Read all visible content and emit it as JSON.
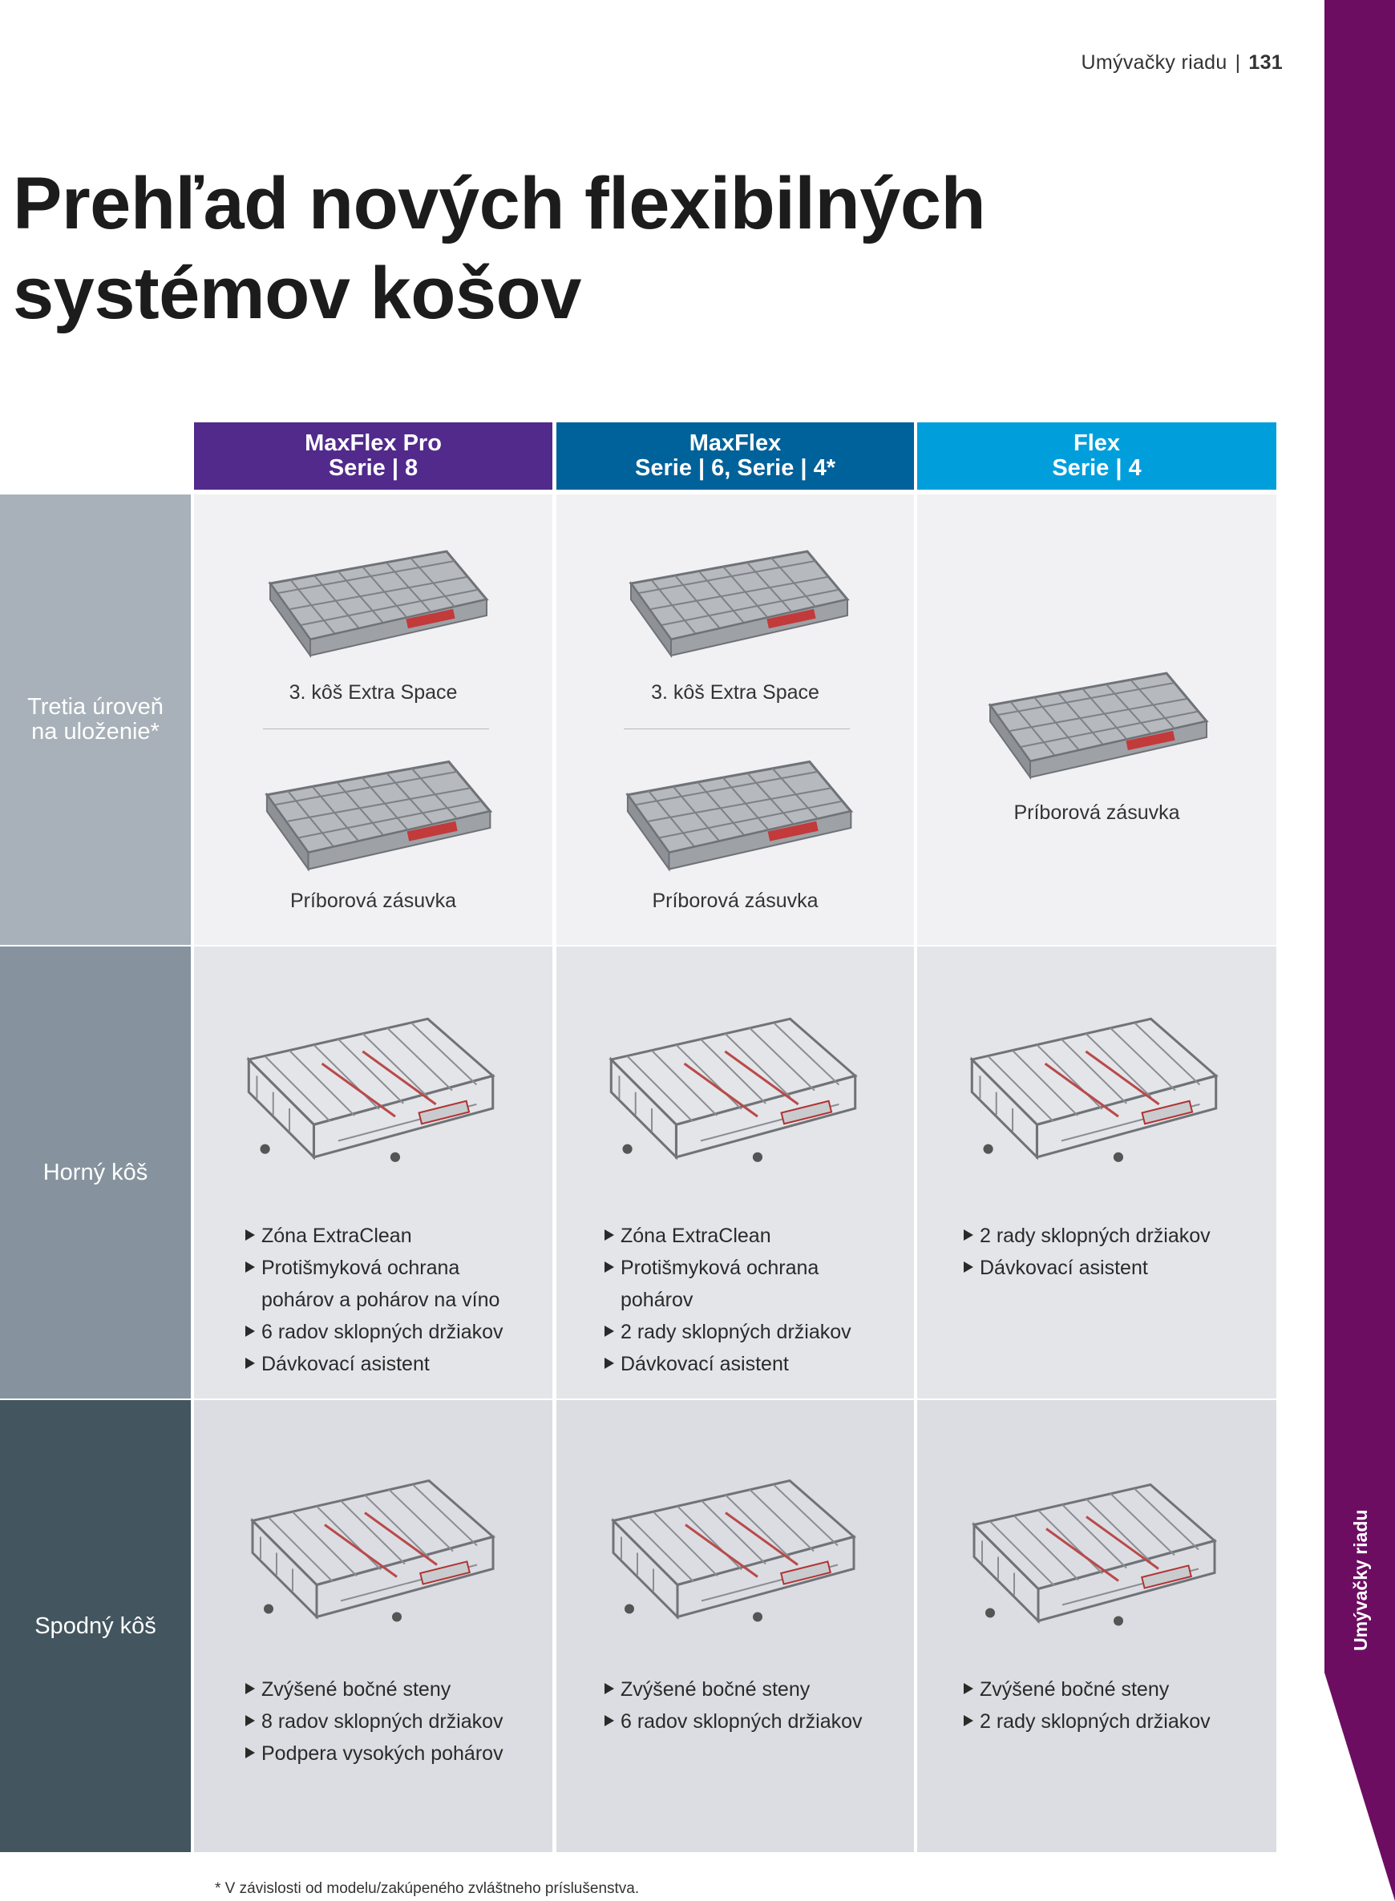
{
  "header": {
    "section": "Umývačky riadu",
    "page_number": "131"
  },
  "title": {
    "line1": "Prehľad nových flexibilných",
    "line2": "systémov košov"
  },
  "side_tab": {
    "label": "Umývačky riadu",
    "color": "#6d0d62"
  },
  "columns": [
    {
      "line1": "MaxFlex Pro",
      "line2": "Serie | 8",
      "color": "#512a8c"
    },
    {
      "line1": "MaxFlex",
      "line2": "Serie | 6, Serie | 4*",
      "color": "#00629a"
    },
    {
      "line1": "Flex",
      "line2": "Serie | 4",
      "color": "#009fdc"
    }
  ],
  "rows": {
    "third_level": {
      "label_line1": "Tretia úroveň",
      "label_line2": "na uloženie*",
      "color": "#a8b1b9",
      "col1": {
        "top_caption": "3. kôš Extra Space",
        "bottom_caption": "Príborová zásuvka"
      },
      "col2": {
        "top_caption": "3. kôš Extra Space",
        "bottom_caption": "Príborová zásuvka"
      },
      "col3": {
        "caption": "Príborová zásuvka"
      }
    },
    "upper_basket": {
      "label": "Horný kôš",
      "color": "#86939e",
      "col1": [
        "Zóna ExtraClean",
        "Protišmyková ochrana",
        "pohárov a pohárov na víno",
        "6 radov sklopných držiakov",
        "Dávkovací asistent"
      ],
      "col2": [
        "Zóna ExtraClean",
        "Protišmyková ochrana",
        "pohárov",
        "2 rady sklopných držiakov",
        "Dávkovací asistent"
      ],
      "col3": [
        "2 rady sklopných držiakov",
        "Dávkovací asistent"
      ]
    },
    "lower_basket": {
      "label": "Spodný kôš",
      "color": "#43555f",
      "col1": [
        "Zvýšené bočné steny",
        "8 radov sklopných držiakov",
        "Podpera vysokých pohárov"
      ],
      "col2": [
        "Zvýšené bočné steny",
        "6 radov sklopných držiakov"
      ],
      "col3": [
        "Zvýšené bočné steny",
        "2 rady sklopných držiakov"
      ]
    }
  },
  "footnote": "* V závislosti od modelu/zakúpeného zvláštneho príslušenstva."
}
